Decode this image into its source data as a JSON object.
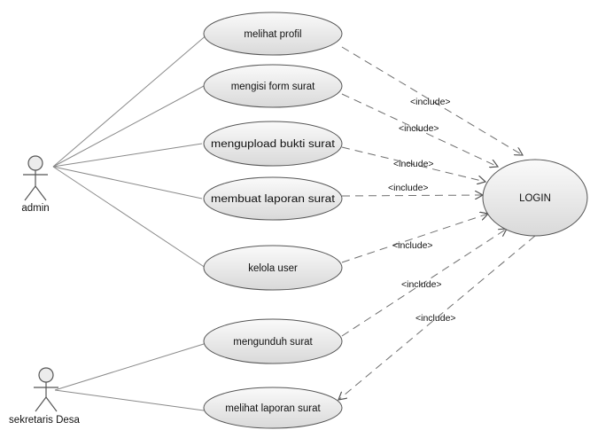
{
  "diagram": {
    "actors": [
      {
        "id": "admin",
        "label": "admin"
      },
      {
        "id": "sekretaris",
        "label": "sekretaris Desa"
      }
    ],
    "use_cases": [
      {
        "id": "melihat-profil",
        "label": "melihat profil"
      },
      {
        "id": "mengisi-form-surat",
        "label": "mengisi form surat"
      },
      {
        "id": "mengupload-bukti-surat",
        "label": "mengupload bukti surat"
      },
      {
        "id": "membuat-laporan-surat",
        "label": "membuat laporan surat"
      },
      {
        "id": "kelola-user",
        "label": "kelola user"
      },
      {
        "id": "mengunduh-surat",
        "label": "mengunduh surat"
      },
      {
        "id": "melihat-laporan-surat",
        "label": "melihat laporan surat"
      },
      {
        "id": "login",
        "label": "LOGIN"
      }
    ],
    "include_label": "<include>",
    "associations": [
      {
        "actor": "admin",
        "use_case": "melihat-profil"
      },
      {
        "actor": "admin",
        "use_case": "mengisi-form-surat"
      },
      {
        "actor": "admin",
        "use_case": "mengupload-bukti-surat"
      },
      {
        "actor": "admin",
        "use_case": "membuat-laporan-surat"
      },
      {
        "actor": "admin",
        "use_case": "kelola-user"
      },
      {
        "actor": "sekretaris",
        "use_case": "mengunduh-surat"
      },
      {
        "actor": "sekretaris",
        "use_case": "melihat-laporan-surat"
      }
    ],
    "includes": [
      {
        "from": "melihat-profil",
        "to": "login",
        "label": "<include>"
      },
      {
        "from": "mengisi-form-surat",
        "to": "login",
        "label": "<include>"
      },
      {
        "from": "mengupload-bukti-surat",
        "to": "login",
        "label": "<include>"
      },
      {
        "from": "membuat-laporan-surat",
        "to": "login",
        "label": "<include>"
      },
      {
        "from": "kelola-user",
        "to": "login",
        "label": "<include>"
      },
      {
        "from": "mengunduh-surat",
        "to": "login",
        "label": "<include>"
      },
      {
        "from": "login",
        "to": "melihat-laporan-surat",
        "label": "<include>"
      }
    ],
    "colors": {
      "ellipse_fill": "#e8e8e8",
      "ellipse_stroke": "#555555",
      "line": "#8a8a8a",
      "dash_line": "#6e6e6e",
      "text": "#111111"
    }
  }
}
